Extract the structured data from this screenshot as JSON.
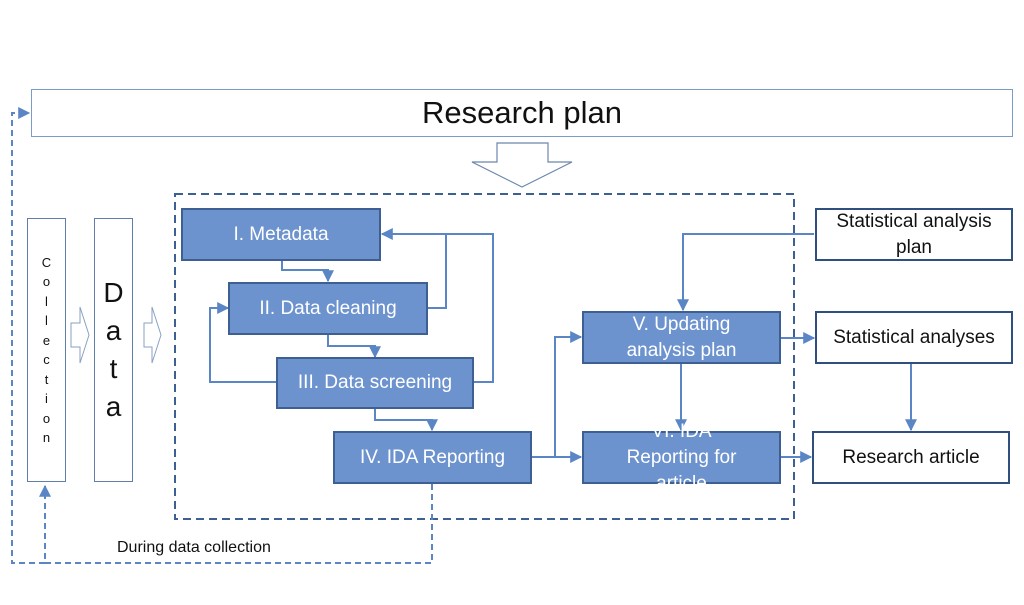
{
  "research_plan": {
    "label": "Research plan"
  },
  "collection": {
    "letters": [
      "C",
      "o",
      "l",
      "l",
      "e",
      "c",
      "t",
      "i",
      "o",
      "n"
    ]
  },
  "data": {
    "letters": [
      "D",
      "a",
      "t",
      "a"
    ]
  },
  "steps": {
    "metadata": "I. Metadata",
    "data_cleaning": "II. Data cleaning",
    "data_screening": "III. Data screening",
    "ida_reporting": "IV. IDA Reporting",
    "updating_plan": "V. Updating analysis plan",
    "ida_reporting_article": "VI. IDA Reporting for article"
  },
  "outputs": {
    "statistical_analysis_plan": "Statistical analysis plan",
    "statistical_analyses": "Statistical analyses",
    "research_article": "Research article"
  },
  "feedback": {
    "label": "During data collection"
  },
  "colors": {
    "box_fill": "#6d93cf",
    "box_border": "#3e5f91",
    "arrow": "#5b86c5",
    "dashed": "#4a6fa5"
  }
}
